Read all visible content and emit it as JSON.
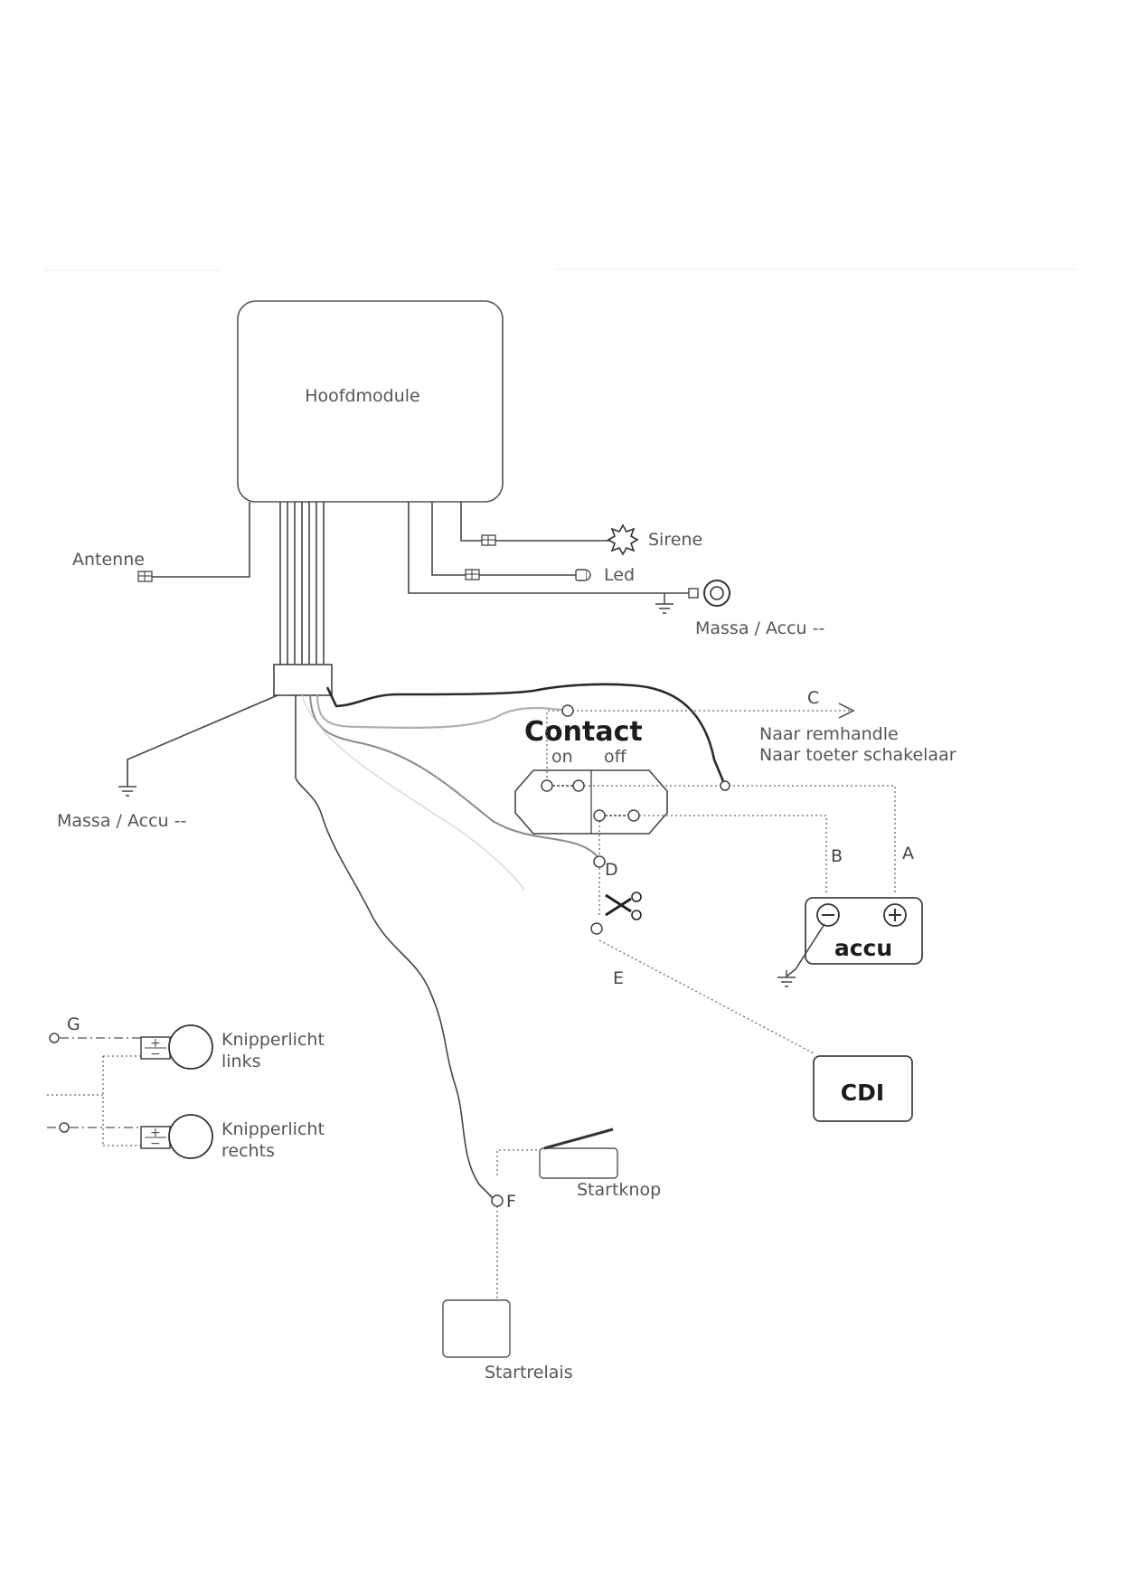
{
  "labels": {
    "main_module": "Hoofdmodule",
    "antenna": "Antenne",
    "siren": "Sirene",
    "led": "Led",
    "ground_top": "Massa / Accu --",
    "ground_left": "Massa / Accu --",
    "contact": "Contact",
    "on": "on",
    "off": "off",
    "brake_line1": "Naar remhandle",
    "brake_line2": "Naar toeter schakelaar",
    "battery": "accu",
    "cdi": "CDI",
    "indicator_left_1": "Knipperlicht",
    "indicator_left_2": "links",
    "indicator_right_1": "Knipperlicht",
    "indicator_right_2": "rechts",
    "start_button": "Startknop",
    "start_relay": "Startrelais",
    "battery_minus": "−",
    "battery_plus": "+",
    "indicator_plus": "+",
    "indicator_minus": "−"
  },
  "points": {
    "a": "A",
    "b": "B",
    "c": "C",
    "d": "D",
    "e": "E",
    "f": "F",
    "g": "G"
  },
  "icons": {
    "scissors": "scissors-icon",
    "ground": "ground-icon",
    "ring_terminal": "ring-terminal-icon",
    "siren": "siren-icon",
    "led": "led-icon",
    "connector": "connector-icon"
  }
}
